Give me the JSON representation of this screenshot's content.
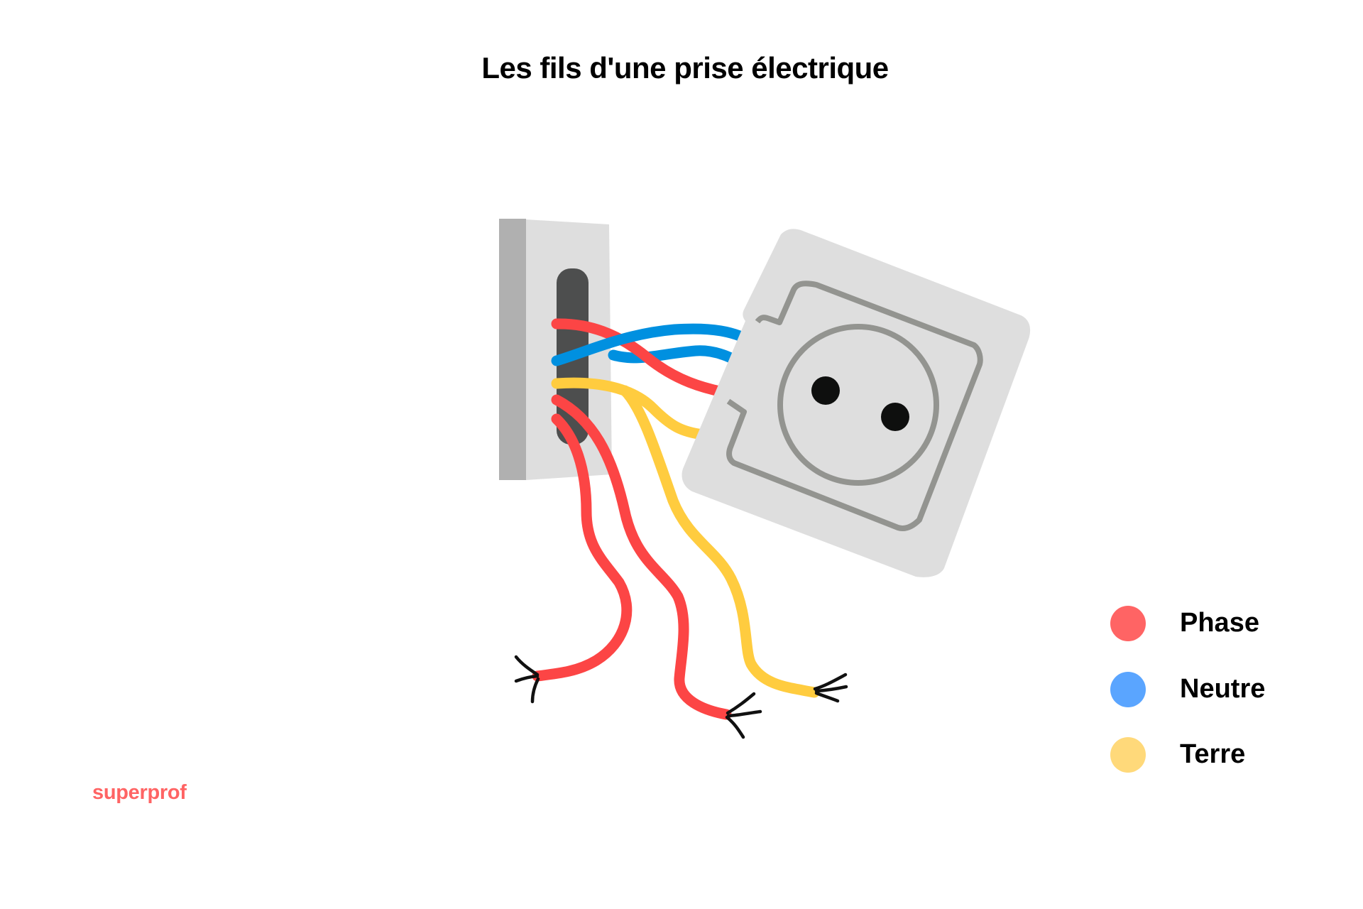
{
  "title": "Les fils d'une prise électrique",
  "legend": {
    "items": [
      {
        "label": "Phase",
        "color": "#FF6464"
      },
      {
        "label": "Neutre",
        "color": "#5AA5FF"
      },
      {
        "label": "Terre",
        "color": "#FFD97A"
      }
    ]
  },
  "brand": {
    "label": "superprof",
    "color": "#FF6464"
  },
  "illustration": {
    "colors": {
      "phase_wire": "#FC4545",
      "neutral_wire": "#0090E0",
      "earth_wire": "#FFCC3F",
      "wall_box_side": "#B0B0B0",
      "wall_box_face": "#DEDEDE",
      "wall_box_slot": "#4D4E4E",
      "outlet_plate": "#DEDEDE",
      "outlet_outline": "#939490",
      "outlet_holes": "#0E0F0E",
      "wire_strands": "#111111"
    }
  }
}
